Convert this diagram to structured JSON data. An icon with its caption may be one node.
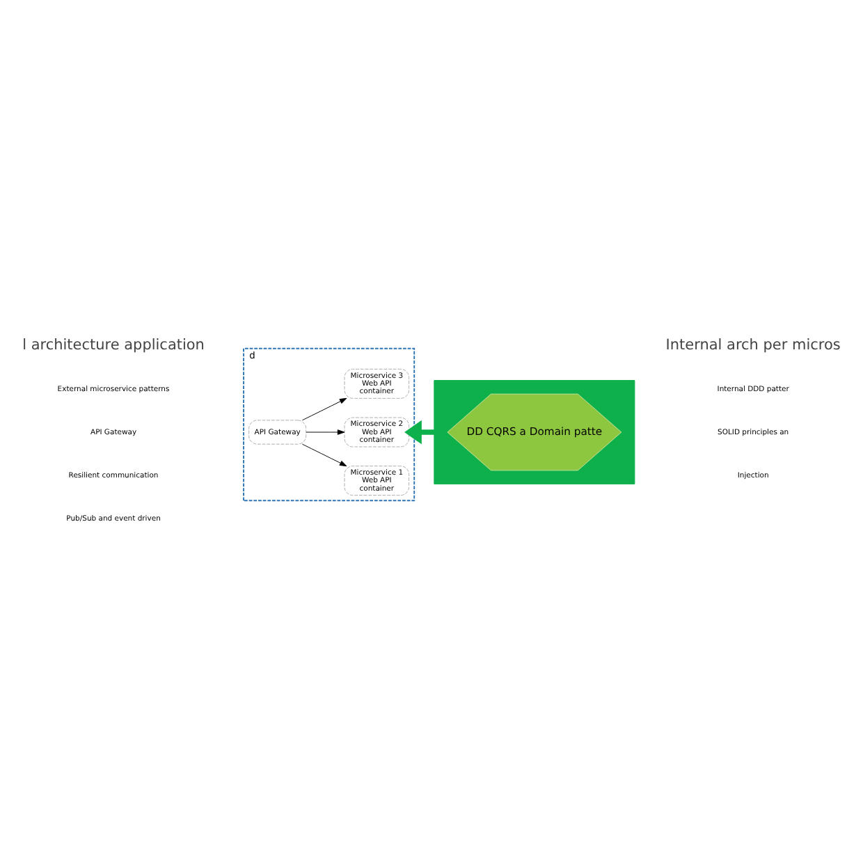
{
  "diagram": {
    "nodes": [
      {
        "text": [
          "d"
        ]
      },
      {
        "text": [
          "API Gateway"
        ],
        "in": 0
      },
      {
        "text": [
          "Microservice 1",
          "Web API",
          "container"
        ],
        "in": 0
      },
      {
        "text": [
          "Microservice 2",
          "Web API",
          "container"
        ],
        "in": 0
      },
      {
        "text": [
          "Microservice 3",
          "Web API",
          "container"
        ],
        "in": 0
      },
      {
        "text": [],
        "shape": "box"
      },
      {
        "text": [
          "DD CQRS a Domain patte"
        ],
        "in": 5
      }
    ],
    "edges": [
      {
        "from": 1,
        "to": 2,
        "arrow": "to"
      },
      {
        "from": 1,
        "to": 3,
        "arrow": "to"
      },
      {
        "from": 1,
        "to": 4,
        "arrow": "to"
      },
      {
        "from": 5,
        "to": 3,
        "arrow": "to",
        "style": "thick",
        "color": "#0db04b"
      }
    ],
    "labels": [
      "l architecture application",
      "Internal arch per micros",
      "External microservice patterns",
      "API Gateway",
      "Resilient communication",
      "Pub/Sub and event driven",
      "Internal DDD patter",
      "SOLID principles an",
      "Injection"
    ]
  }
}
